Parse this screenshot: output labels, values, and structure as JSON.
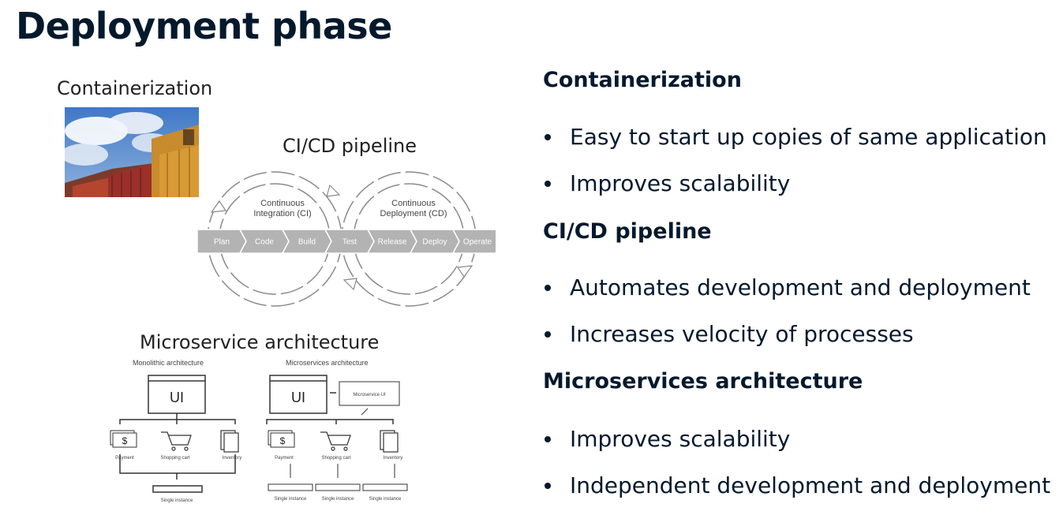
{
  "slide": {
    "title": "Deployment phase"
  },
  "left": {
    "containerization_label": "Containerization",
    "cicd_label": "CI/CD pipeline",
    "microservice_label": "Microservice architecture",
    "cicd": {
      "ci_title_1": "Continuous",
      "ci_title_2": "Integration (CI)",
      "cd_title_1": "Continuous",
      "cd_title_2": "Deployment (CD)",
      "stages": [
        "Plan",
        "Code",
        "Build",
        "Test",
        "Release",
        "Deploy",
        "Operate"
      ]
    },
    "micro": {
      "mono_title": "Monolithic architecture",
      "micro_title": "Microservices architecture",
      "ui_label": "UI",
      "microservice_ui_label": "Microservice UI",
      "dollar": "$",
      "payment": "Payment",
      "shopping_cart": "Shopping cart",
      "inventory": "Inventory",
      "single_instance": "Single instance"
    }
  },
  "right": {
    "sections": [
      {
        "heading": "Containerization",
        "bullets": [
          "Easy to start up copies of same application",
          "Improves scalability"
        ]
      },
      {
        "heading": "CI/CD pipeline",
        "bullets": [
          "Automates development and deployment",
          "Increases velocity of processes"
        ]
      },
      {
        "heading": "Microservices architecture",
        "bullets": [
          "Improves scalability",
          "Independent development and deployment"
        ]
      }
    ]
  }
}
